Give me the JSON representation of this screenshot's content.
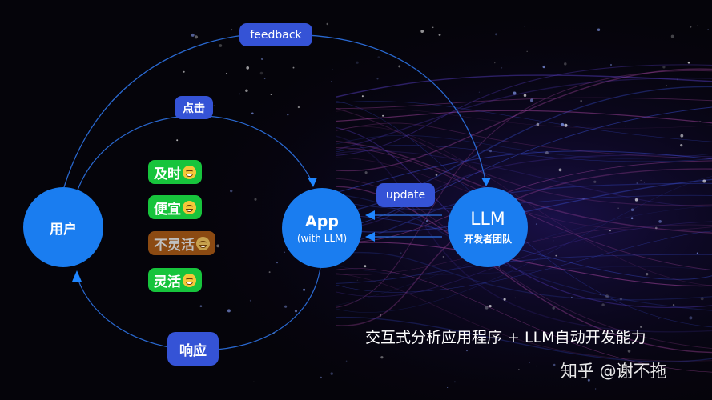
{
  "nodes": {
    "user": {
      "label": "用户"
    },
    "app": {
      "label": "App",
      "sublabel": "(with LLM)"
    },
    "llm": {
      "label": "LLM",
      "sublabel": "开发者团队"
    }
  },
  "edges": {
    "feedback": "feedback",
    "click": "点击",
    "update": "update",
    "response": "响应"
  },
  "tags": [
    {
      "text": "及时",
      "tone": "good"
    },
    {
      "text": "便宜",
      "tone": "good"
    },
    {
      "text": "不灵活",
      "tone": "bad"
    },
    {
      "text": "灵活",
      "tone": "good"
    }
  ],
  "caption": "交互式分析应用程序 + LLM自动开发能力",
  "watermark": "知乎 @谢不拖",
  "colors": {
    "background": "#05040a",
    "node": "#1a7df0",
    "pill": "#3553d6",
    "tag_good": "#17c43c",
    "tag_bad": "#8b4a12",
    "line": "#2e73e6"
  }
}
